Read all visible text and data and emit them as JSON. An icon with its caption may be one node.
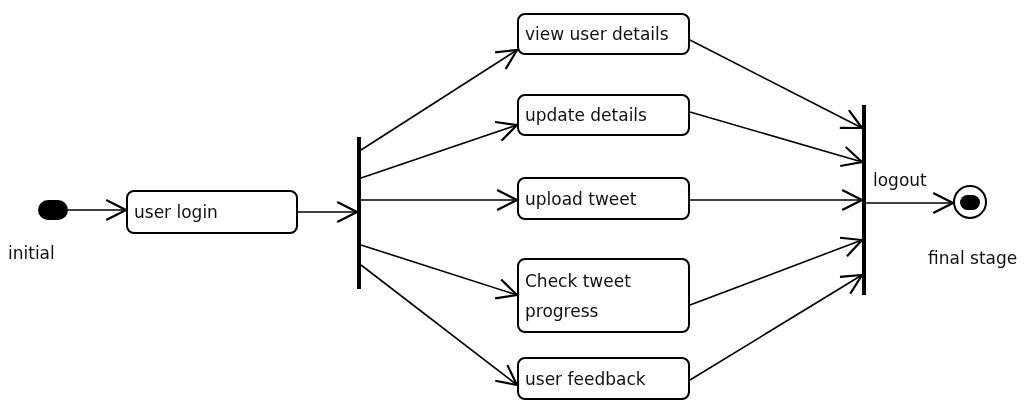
{
  "diagram": {
    "nodes": [
      {
        "text": [],
        "shape": "circle",
        "beside": [
          "initial"
        ]
      },
      {
        "text": [
          "user login"
        ]
      },
      {
        "text": [],
        "shape": "bar"
      },
      {
        "text": [
          "view user details"
        ]
      },
      {
        "text": [
          "update details"
        ]
      },
      {
        "text": [
          "upload tweet"
        ]
      },
      {
        "text": [
          "Check tweet progress"
        ]
      },
      {
        "text": [
          "user feedback"
        ]
      },
      {
        "text": [],
        "shape": "bar"
      },
      {
        "text": [],
        "shape": "circle",
        "beside": [
          "final stage"
        ]
      }
    ],
    "edges": [
      {
        "from": 0,
        "to": 1,
        "arrow": "to"
      },
      {
        "from": 1,
        "to": 2,
        "arrow": "to"
      },
      {
        "from": 2,
        "to": 3,
        "arrow": "to"
      },
      {
        "from": 2,
        "to": 4,
        "arrow": "to"
      },
      {
        "from": 2,
        "to": 5,
        "arrow": "to"
      },
      {
        "from": 2,
        "to": 6,
        "arrow": "to"
      },
      {
        "from": 2,
        "to": 7,
        "arrow": "to"
      },
      {
        "from": 3,
        "to": 8,
        "arrow": "to"
      },
      {
        "from": 4,
        "to": 8,
        "arrow": "to"
      },
      {
        "from": 5,
        "to": 8,
        "arrow": "to"
      },
      {
        "from": 6,
        "to": 8,
        "arrow": "to"
      },
      {
        "from": 7,
        "to": 8,
        "arrow": "to"
      },
      {
        "from": 8,
        "to": 9,
        "arrow": "to",
        "label": "logout"
      }
    ]
  }
}
